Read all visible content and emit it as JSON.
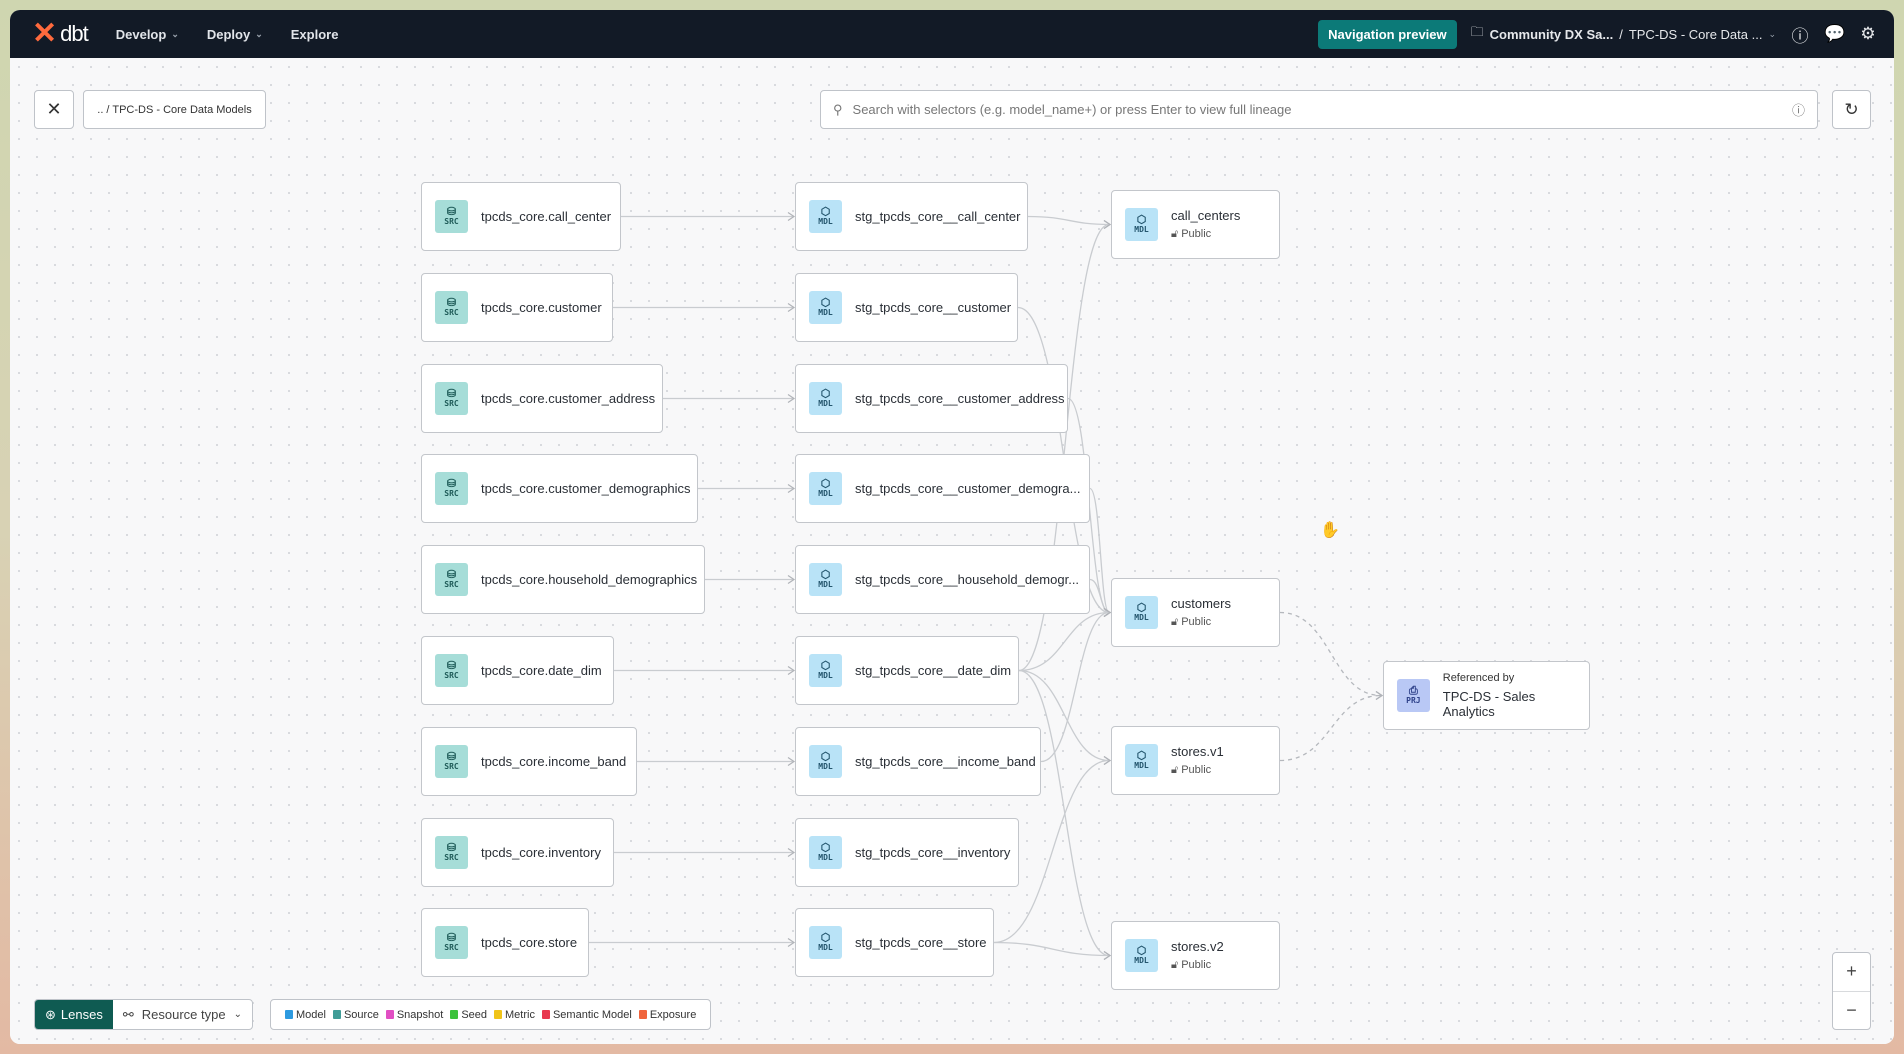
{
  "nav": {
    "logo": "dbt",
    "items": [
      {
        "label": "Develop",
        "chevron": true
      },
      {
        "label": "Deploy",
        "chevron": true
      },
      {
        "label": "Explore",
        "chevron": false
      }
    ],
    "preview_button": "Navigation preview",
    "account": "Community DX Sa...",
    "separator": "/",
    "project": "TPC-DS - Core Data ...",
    "icons": [
      "help-icon",
      "feedback-icon",
      "settings-icon"
    ]
  },
  "toolbar": {
    "breadcrumb": ".. / TPC-DS - Core Data Models",
    "search_placeholder": "Search with selectors (e.g. model_name+) or press Enter to view full lineage"
  },
  "nodes": {
    "sources": [
      {
        "id": "s1",
        "label": "tpcds_core.call_center",
        "badge": "SRC"
      },
      {
        "id": "s2",
        "label": "tpcds_core.customer",
        "badge": "SRC"
      },
      {
        "id": "s3",
        "label": "tpcds_core.customer_address",
        "badge": "SRC"
      },
      {
        "id": "s4",
        "label": "tpcds_core.customer_demographics",
        "badge": "SRC"
      },
      {
        "id": "s5",
        "label": "tpcds_core.household_demographics",
        "badge": "SRC"
      },
      {
        "id": "s6",
        "label": "tpcds_core.date_dim",
        "badge": "SRC"
      },
      {
        "id": "s7",
        "label": "tpcds_core.income_band",
        "badge": "SRC"
      },
      {
        "id": "s8",
        "label": "tpcds_core.inventory",
        "badge": "SRC"
      },
      {
        "id": "s9",
        "label": "tpcds_core.store",
        "badge": "SRC"
      }
    ],
    "staging": [
      {
        "id": "m1",
        "label": "stg_tpcds_core__call_center",
        "badge": "MDL"
      },
      {
        "id": "m2",
        "label": "stg_tpcds_core__customer",
        "badge": "MDL"
      },
      {
        "id": "m3",
        "label": "stg_tpcds_core__customer_address",
        "badge": "MDL"
      },
      {
        "id": "m4",
        "label": "stg_tpcds_core__customer_demogra...",
        "badge": "MDL"
      },
      {
        "id": "m5",
        "label": "stg_tpcds_core__household_demogr...",
        "badge": "MDL"
      },
      {
        "id": "m6",
        "label": "stg_tpcds_core__date_dim",
        "badge": "MDL"
      },
      {
        "id": "m7",
        "label": "stg_tpcds_core__income_band",
        "badge": "MDL"
      },
      {
        "id": "m8",
        "label": "stg_tpcds_core__inventory",
        "badge": "MDL"
      },
      {
        "id": "m9",
        "label": "stg_tpcds_core__store",
        "badge": "MDL"
      }
    ],
    "marts": [
      {
        "id": "f1",
        "label": "call_centers",
        "badge": "MDL",
        "access": "Public"
      },
      {
        "id": "f2",
        "label": "customers",
        "badge": "MDL",
        "access": "Public"
      },
      {
        "id": "f3",
        "label": "stores.v1",
        "badge": "MDL",
        "access": "Public"
      },
      {
        "id": "f4",
        "label": "stores.v2",
        "badge": "MDL",
        "access": "Public"
      }
    ],
    "project": {
      "id": "p1",
      "badge": "PRJ",
      "caption": "Referenced by",
      "label": "TPC-DS - Sales Analytics"
    }
  },
  "edges": [
    [
      "s1",
      "m1"
    ],
    [
      "s2",
      "m2"
    ],
    [
      "s3",
      "m3"
    ],
    [
      "s4",
      "m4"
    ],
    [
      "s5",
      "m5"
    ],
    [
      "s6",
      "m6"
    ],
    [
      "s7",
      "m7"
    ],
    [
      "s8",
      "m8"
    ],
    [
      "s9",
      "m9"
    ],
    [
      "m1",
      "f1"
    ],
    [
      "m6",
      "f1"
    ],
    [
      "m2",
      "f2"
    ],
    [
      "m3",
      "f2"
    ],
    [
      "m4",
      "f2"
    ],
    [
      "m5",
      "f2"
    ],
    [
      "m6",
      "f2"
    ],
    [
      "m7",
      "f2"
    ],
    [
      "m6",
      "f3"
    ],
    [
      "m9",
      "f3"
    ],
    [
      "m6",
      "f4"
    ],
    [
      "m9",
      "f4"
    ]
  ],
  "dashed_edges": [
    [
      "f2",
      "p1"
    ],
    [
      "f3",
      "p1"
    ]
  ],
  "bottom": {
    "lenses": "Lenses",
    "resource_type": "Resource type",
    "legend": [
      {
        "label": "Model",
        "color": "#2d9ae0"
      },
      {
        "label": "Source",
        "color": "#3f9c97"
      },
      {
        "label": "Snapshot",
        "color": "#e14fc3"
      },
      {
        "label": "Seed",
        "color": "#3cc23c"
      },
      {
        "label": "Metric",
        "color": "#f0c419"
      },
      {
        "label": "Semantic Model",
        "color": "#e8384f"
      },
      {
        "label": "Exposure",
        "color": "#f0643c"
      }
    ]
  },
  "zoom": {
    "in": "+",
    "out": "−"
  }
}
